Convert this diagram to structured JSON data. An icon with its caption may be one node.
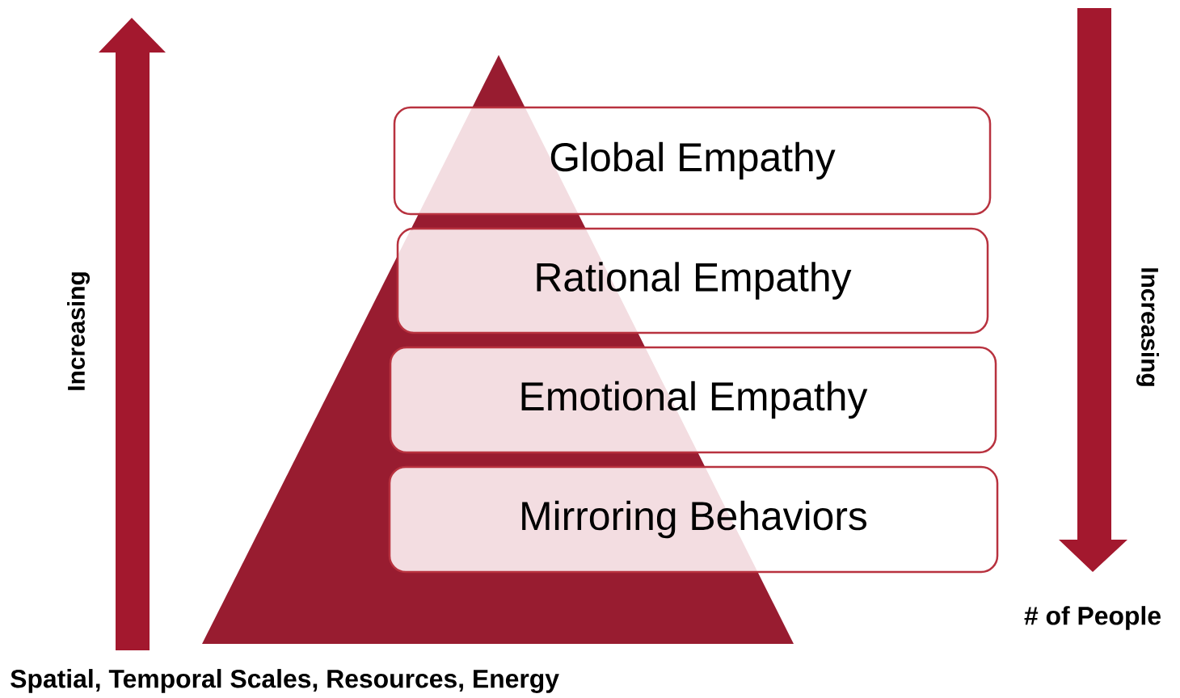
{
  "diagram": {
    "nodes": [
      {
        "text": [
          "Global Empathy"
        ]
      },
      {
        "text": [
          "Rational Empathy"
        ]
      },
      {
        "text": [
          "Emotional Empathy"
        ]
      },
      {
        "text": [
          "Mirroring Behaviors"
        ]
      }
    ],
    "labels": [
      "Increasing",
      "Increasing",
      "# of People",
      "Spatial, Temporal Scales, Resources, Energy"
    ]
  }
}
